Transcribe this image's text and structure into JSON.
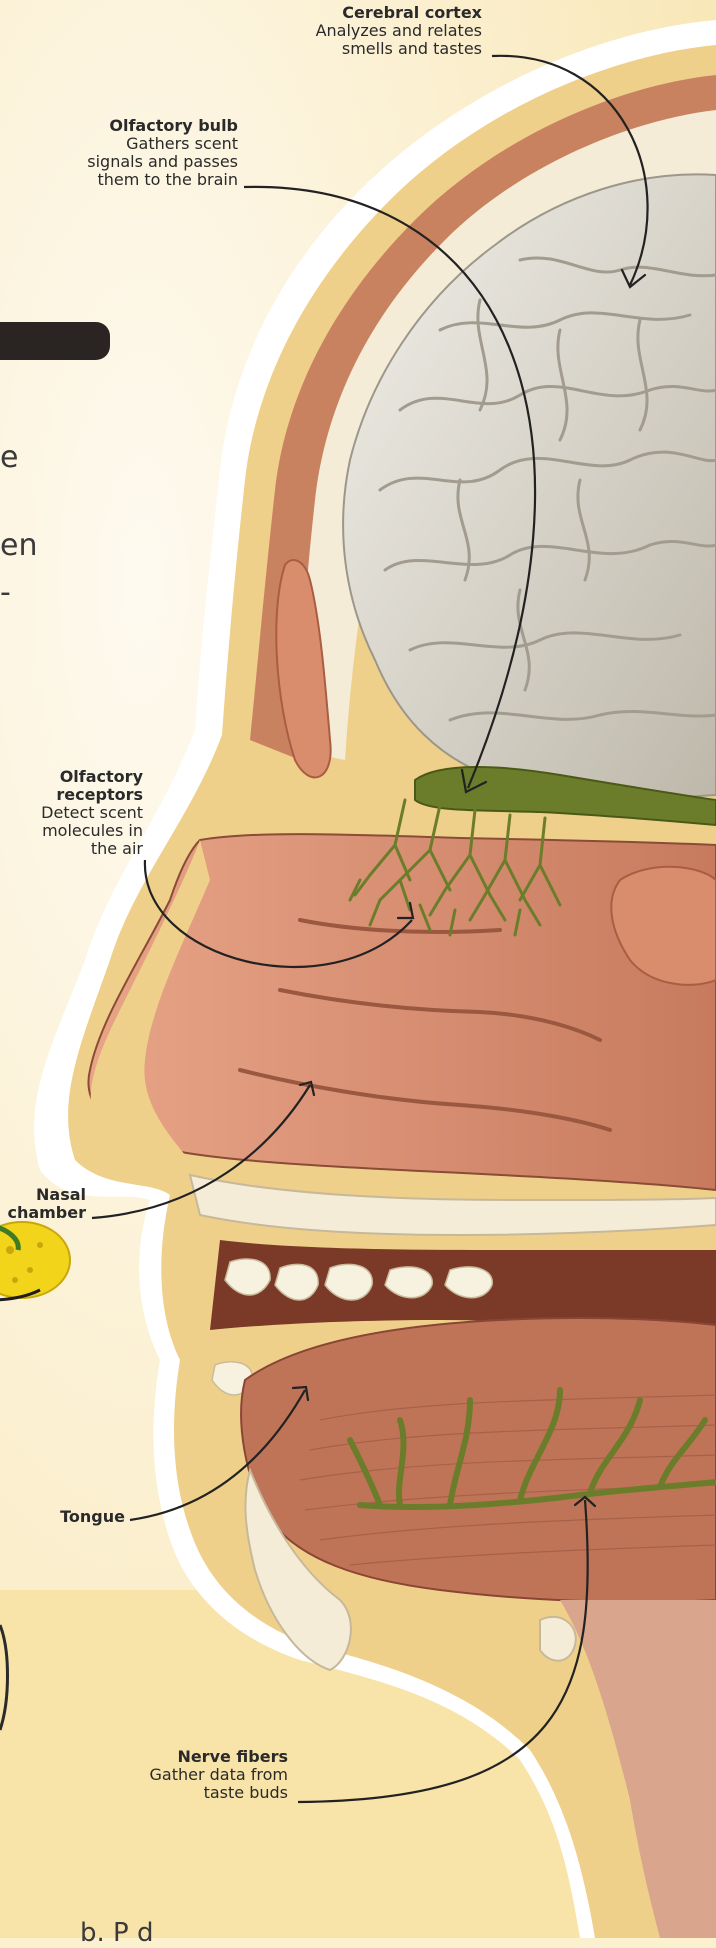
{
  "labels": {
    "cerebral_cortex": {
      "title": "Cerebral cortex",
      "desc": [
        "Analyzes and relates",
        "smells and tastes"
      ]
    },
    "olfactory_bulb": {
      "title": "Olfactory bulb",
      "desc": [
        "Gathers scent",
        "signals and passes",
        "them to the brain"
      ]
    },
    "olfactory_receptors": {
      "title": [
        "Olfactory",
        "receptors"
      ],
      "desc": [
        "Detect scent",
        "molecules in",
        "the air"
      ]
    },
    "nasal_chamber": {
      "title": [
        "Nasal",
        "chamber"
      ]
    },
    "tongue": {
      "title": "Tongue"
    },
    "nerve_fibers": {
      "title": "Nerve fibers",
      "desc": [
        "Gather data from",
        "taste buds"
      ]
    }
  },
  "page_fragments": {
    "line1": "e",
    "line2": "en",
    "line3": "-",
    "bottom": "b. P  d"
  },
  "colors": {
    "background": "#fbf1cf",
    "skin_halo": "#ffffff",
    "skin": "#efd08a",
    "muscle": "#b86a4e",
    "brain": "#dcd8cc",
    "nerve": "#6b7d2a",
    "dark_bar": "#2a2522",
    "lemon": "#f2d41a"
  },
  "icons": [
    "lemon-icon"
  ]
}
